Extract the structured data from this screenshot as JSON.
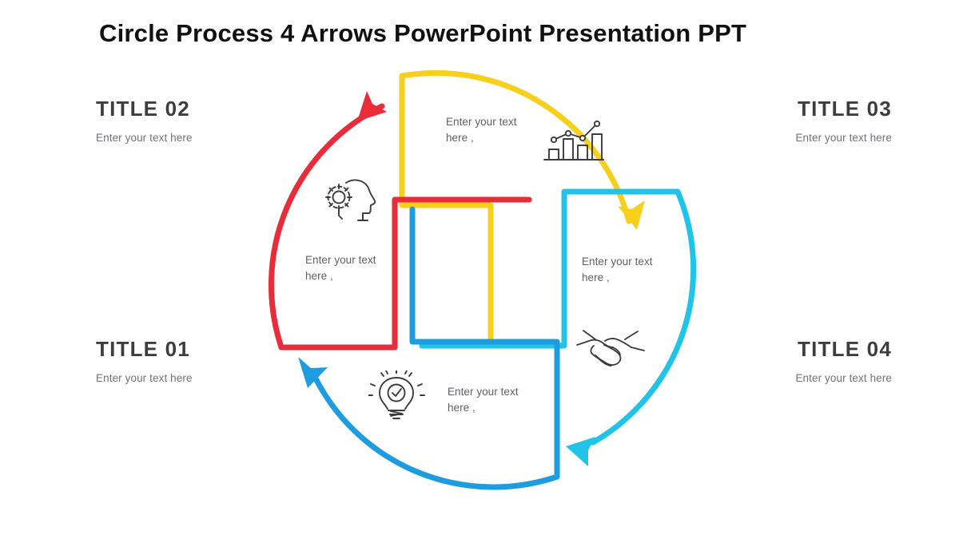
{
  "slide": {
    "title": "Circle Process 4 Arrows PowerPoint Presentation PPT",
    "background_color": "#ffffff"
  },
  "colors": {
    "red": "#ea2b39",
    "yellow": "#f7cf1d",
    "cyan": "#1fc4e8",
    "blue": "#1e9ce0",
    "title_text": "#111111",
    "side_title_text": "#3d3d3d",
    "body_text": "#6f7277",
    "icon_stroke": "#3c3c3c"
  },
  "side_labels": [
    {
      "id": "title-02",
      "title": "TITLE  02",
      "subtitle": "Enter your text here",
      "align": "left",
      "position": "top-left"
    },
    {
      "id": "title-03",
      "title": "TITLE  03",
      "subtitle": "Enter your text here",
      "align": "right",
      "position": "top-right"
    },
    {
      "id": "title-01",
      "title": "TITLE  01",
      "subtitle": "Enter your text here",
      "align": "left",
      "position": "bottom-left"
    },
    {
      "id": "title-04",
      "title": "TITLE  04",
      "subtitle": "Enter your text here",
      "align": "right",
      "position": "bottom-right"
    }
  ],
  "diagram": {
    "type": "circular-process-4-arrows",
    "direction": "clockwise",
    "quadrants": [
      {
        "id": "top",
        "color_name": "yellow",
        "color": "#f7cf1d",
        "text": "Enter your text\nhere ,",
        "icon": "bar-chart-trend-icon",
        "arrow_direction": "down-right",
        "linked_label": "TITLE  03"
      },
      {
        "id": "right",
        "color_name": "cyan",
        "color": "#1fc4e8",
        "text": "Enter your text\nhere ,",
        "icon": "handshake-icon",
        "arrow_direction": "down-left",
        "linked_label": "TITLE  04"
      },
      {
        "id": "bottom",
        "color_name": "blue",
        "color": "#1e9ce0",
        "text": "Enter your text\nhere ,",
        "icon": "lightbulb-check-icon",
        "arrow_direction": "up-left",
        "linked_label": "TITLE  01"
      },
      {
        "id": "left",
        "color_name": "red",
        "color": "#ea2b39",
        "text": "Enter your text\nhere ,",
        "icon": "head-gear-icon",
        "arrow_direction": "up-right",
        "linked_label": "TITLE  02"
      }
    ]
  }
}
